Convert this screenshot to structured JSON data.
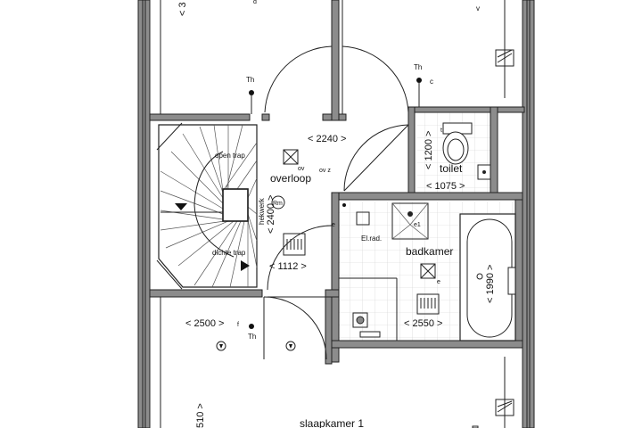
{
  "labels": {
    "overloop": "overloop",
    "toilet": "toilet",
    "badkamer": "badkamer",
    "slaapkamer_1": "slaapkamer 1",
    "open_trap": "open trap",
    "dichte_trap": "dichte trap",
    "hekwerk": "hekwerk",
    "el_rad": "El.rad.",
    "rm": "Rm"
  },
  "dimensions": {
    "d2240": "< 2240 >",
    "d1200": "< 1200 >",
    "d1075": "< 1075 >",
    "d2400": "< 2400 >",
    "d1112": "< 1112 >",
    "d2500": "< 2500 >",
    "d2550": "< 2550 >",
    "d1990": "< 1990 >",
    "d510": "510 >",
    "d3": "< 3"
  },
  "symbols": {
    "th": "Th",
    "c": "c",
    "t": "t",
    "ov": "ov",
    "ov_z": "ov  z",
    "e": "e",
    "e1": "e1",
    "d": "d",
    "v": "v",
    "f": "f"
  }
}
